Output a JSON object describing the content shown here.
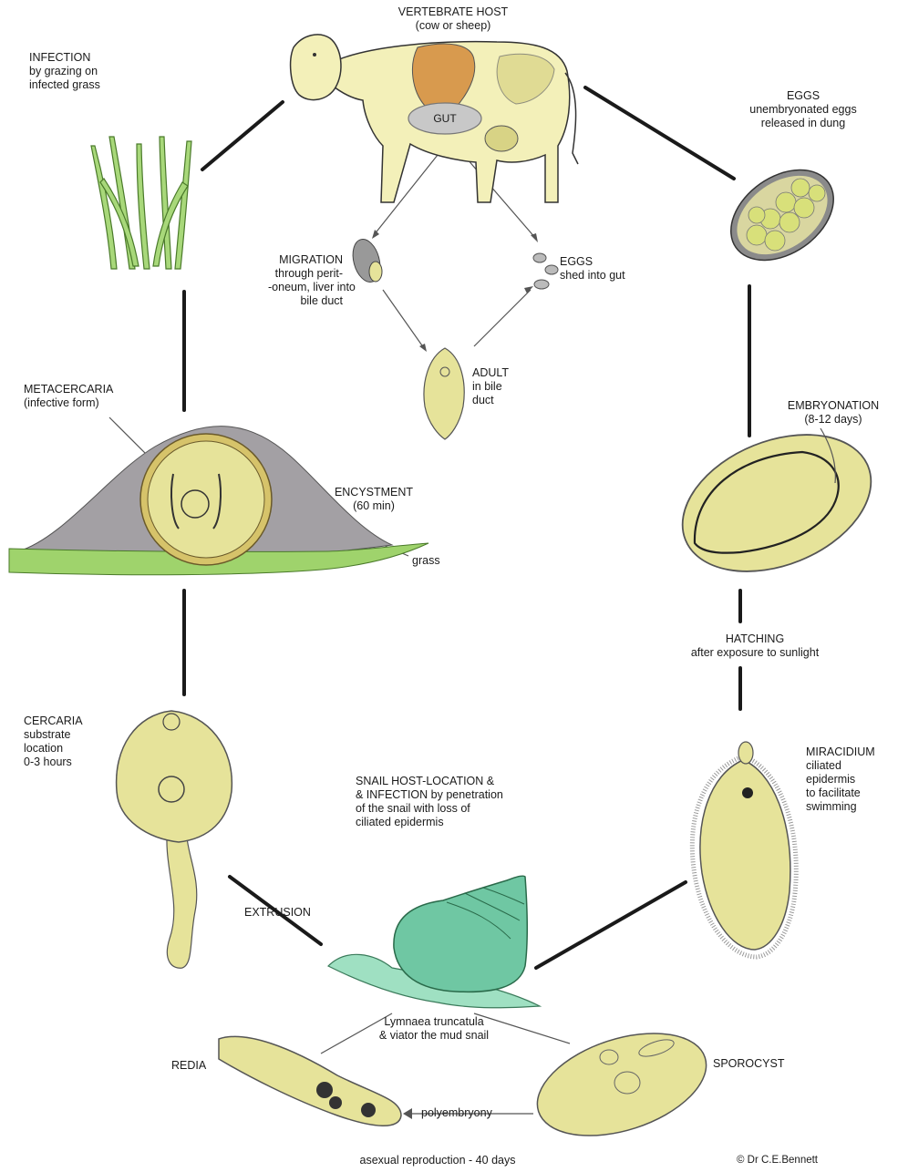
{
  "host": {
    "title": "VERTEBRATE HOST",
    "sub": "(cow or sheep)",
    "gut": "GUT"
  },
  "infection": {
    "title": "INFECTION",
    "line1": "by grazing on",
    "line2": "infected grass"
  },
  "eggs_dung": {
    "title": "EGGS",
    "line1": "unembryonated eggs",
    "line2": "released in dung"
  },
  "migration": {
    "title": "MIGRATION",
    "line1": "through perit-",
    "line2": "-oneum, liver into",
    "line3": "bile duct"
  },
  "eggs_gut": {
    "title": "EGGS",
    "line1": "shed into gut"
  },
  "adult": {
    "title": "ADULT",
    "line1": "in bile",
    "line2": "duct"
  },
  "metacercaria": {
    "title": "METACERCARIA",
    "sub": "(infective form)"
  },
  "encystment": {
    "title": "ENCYSTMENT",
    "sub": "(60 min)"
  },
  "grass_label": "grass",
  "embryonation": {
    "title": "EMBRYONATION",
    "sub": "(8-12 days)"
  },
  "hatching": {
    "title": "HATCHING",
    "sub": "after exposure to sunlight"
  },
  "cercaria": {
    "title": "CERCARIA",
    "line1": "substrate",
    "line2": "location",
    "line3": "0-3 hours"
  },
  "miracidium": {
    "title": "MIRACIDIUM",
    "line1": "ciliated",
    "line2": "epidermis",
    "line3": "to facilitate",
    "line4": "swimming"
  },
  "snail_host": {
    "line1": "SNAIL HOST-LOCATION &",
    "line2": "& INFECTION  by penetration",
    "line3": "of the snail with loss of",
    "line4": "ciliated epidermis"
  },
  "extrusion": "EXTRUSION",
  "snail_name": {
    "line1": "Lymnaea truncatula",
    "line2": "& viator the mud snail"
  },
  "redia": "REDIA",
  "sporocyst": "SPOROCYST",
  "polyembryony": "polyembryony",
  "asexual": "asexual reproduction - 40 days",
  "credit": "© Dr C.E.Bennett",
  "colors": {
    "yellow": "#e6e39a",
    "yellow_dark": "#c9c46a",
    "outline": "#4a4a2a",
    "snail": "#6fc7a3",
    "snail_light": "#9fe0c2",
    "orange": "#d89a4e",
    "gut": "#c8c8c8",
    "grass": "#9fd36c",
    "cyst": "#a3a0a4"
  }
}
